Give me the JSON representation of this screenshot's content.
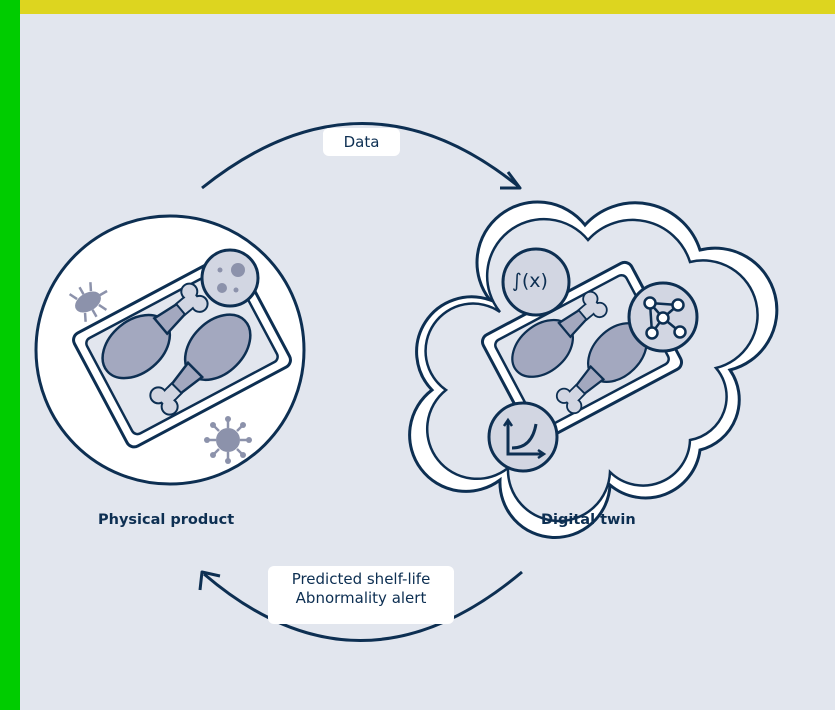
{
  "labels": {
    "physical": "Physical product",
    "digital": "Digital twin",
    "data_flow": "Data",
    "feedback_line1": "Predicted shelf-life",
    "feedback_line2": "Abnormality alert"
  },
  "icons": {
    "function": "∫(x)",
    "bacteria": "bacteria-icon",
    "virus": "virus-icon",
    "microscope": "petri-dish-icon",
    "network": "network-graph-icon",
    "growth_chart": "growth-curve-chart-icon",
    "meat": "chicken-drumsticks-tray-icon"
  },
  "colors": {
    "navy": "#0d2f52",
    "meat": "#a3a8bf",
    "bone": "#d2d6e2",
    "tray": "#ffffff",
    "background": "#e2e6ee",
    "top_bar": "#ddd51f",
    "left_bar": "#00cc00"
  }
}
